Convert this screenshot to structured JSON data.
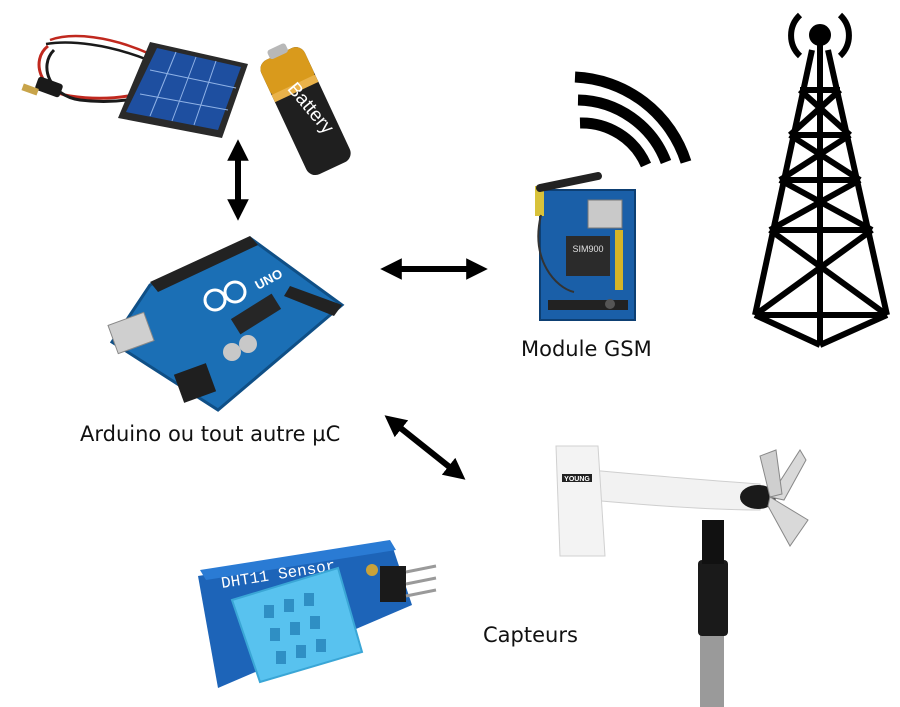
{
  "labels": {
    "gsm": "Module GSM",
    "mcu": "Arduino ou tout autre µC",
    "sensors": "Capteurs"
  },
  "images": {
    "battery_text": "Battery",
    "arduino_text": "UNO",
    "gsm_chip_text": "SIM900",
    "dht_text": "DHT11 Sensor",
    "anemometer_text": "YOUNG"
  },
  "colors": {
    "arduino_board": "#1b6fb5",
    "gsm_board": "#1a5fa8",
    "dht_board": "#1d64b8",
    "dht_sensor": "#58c2ef",
    "solar_panel": "#1e4fa0",
    "battery_gold": "#d99a1c",
    "arrow": "#000000",
    "tower": "#000000"
  },
  "icons": [
    "solar-panel-icon",
    "battery-icon",
    "arduino-board-icon",
    "gsm-module-icon",
    "signal-waves-icon",
    "radio-tower-icon",
    "dht11-sensor-icon",
    "anemometer-icon"
  ]
}
